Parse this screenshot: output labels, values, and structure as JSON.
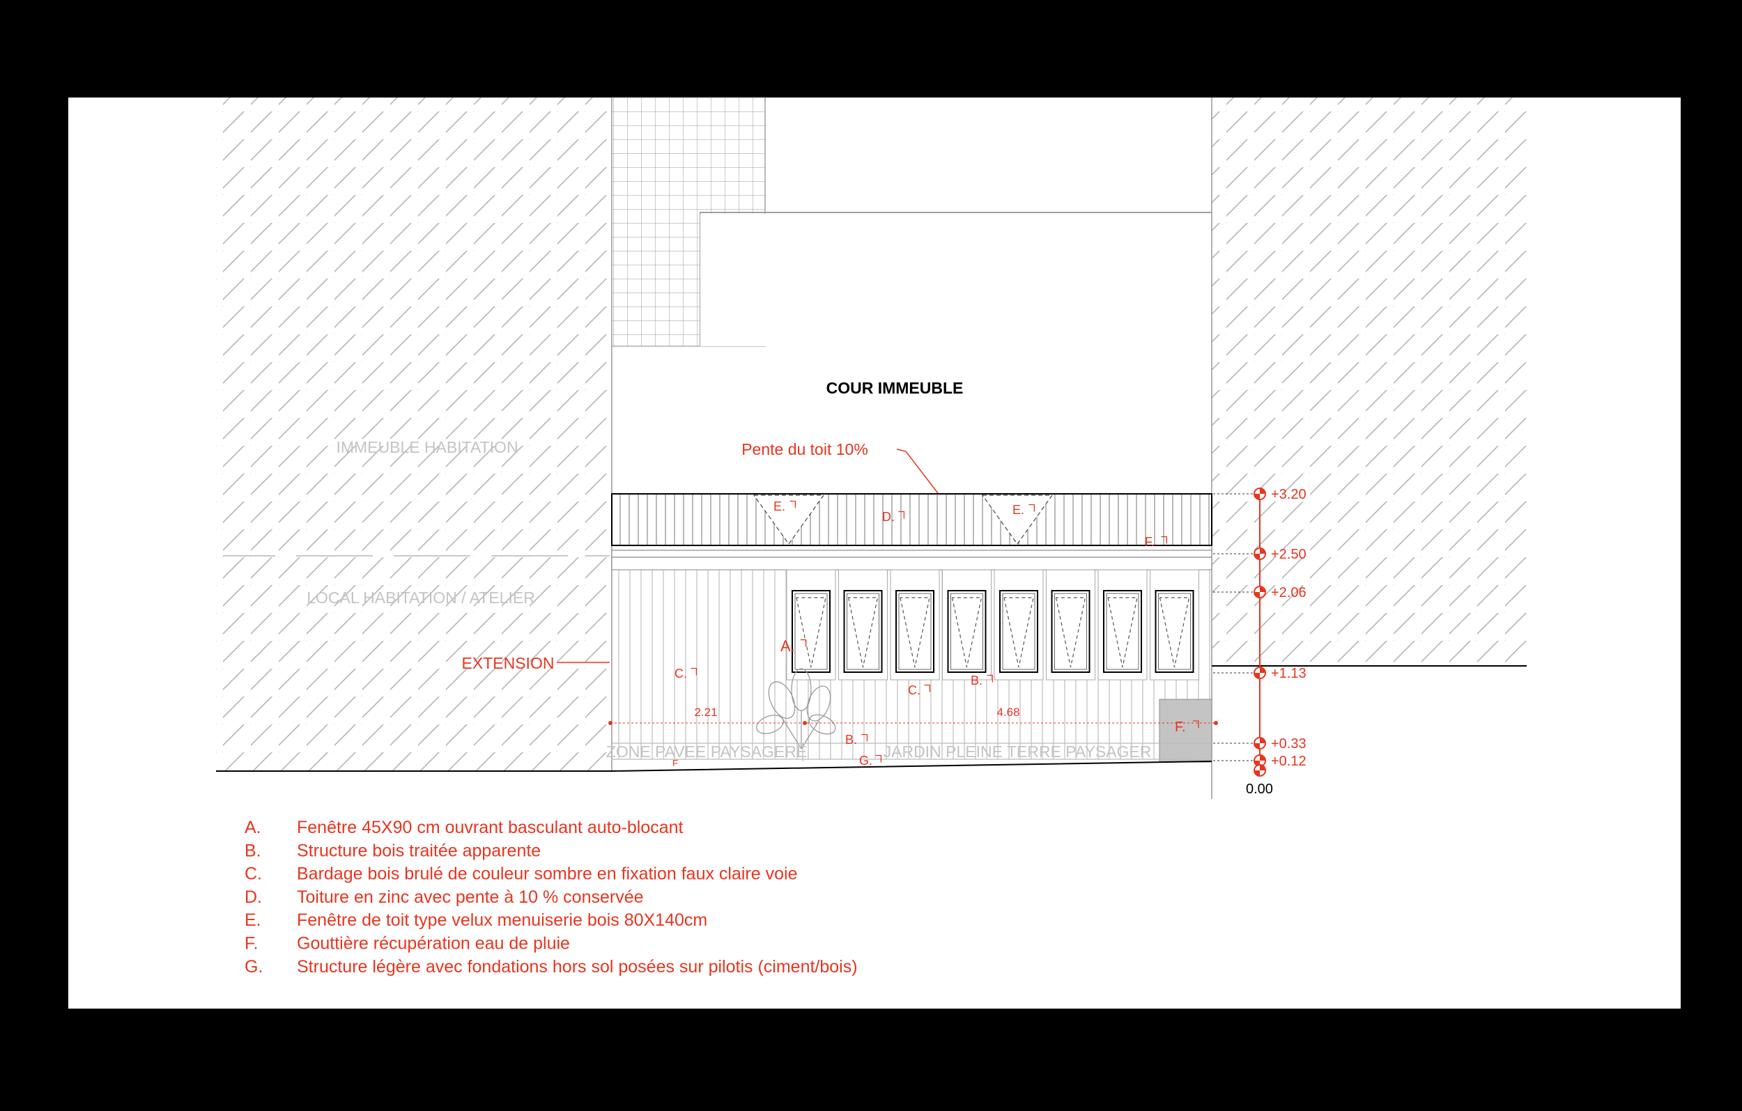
{
  "colors": {
    "background": "#000000",
    "sheet": "#ffffff",
    "annotation": "#e8351f",
    "zone_label": "#c4c4c4",
    "line": "#000000"
  },
  "labels": {
    "court": "COUR IMMEUBLE",
    "building": "IMMEUBLE HABITATION",
    "local": "LOCAL HABITATION / ATELIER",
    "extension": "EXTENSION",
    "roof_slope": "Pente du toit 10%",
    "paved_zone": "ZONE PAVEE PAYSAGERE",
    "garden_zone": "JARDIN PLEINE TERRE PAYSAGER"
  },
  "dimensions": {
    "left": "2.21",
    "right": "4.68"
  },
  "levels": [
    "+3.20",
    "+2.50",
    "+2.06",
    "+1.13",
    "+0.33",
    "+0.12",
    "0.00"
  ],
  "callouts": {
    "a": "A.",
    "b1": "B.",
    "b2": "B.",
    "c1": "C.",
    "c2": "C.",
    "d": "D.",
    "e1": "E.",
    "e2": "E.",
    "f1": "F.",
    "f2": "F.",
    "f3": "F",
    "g": "G."
  },
  "legend": [
    {
      "key": "A.",
      "text": "Fenêtre 45X90 cm ouvrant basculant auto-blocant"
    },
    {
      "key": "B.",
      "text": "Structure bois traitée apparente"
    },
    {
      "key": "C.",
      "text": "Bardage bois brulé de couleur sombre en fixation faux claire voie"
    },
    {
      "key": "D.",
      "text": "Toiture en zinc avec pente à 10 % conservée"
    },
    {
      "key": "E.",
      "text": "Fenêtre de toit type velux menuiserie bois 80X140cm"
    },
    {
      "key": "F.",
      "text": "Gouttière récupération eau de pluie"
    },
    {
      "key": "G.",
      "text": "Structure légère avec fondations hors sol posées sur pilotis (ciment/bois)"
    }
  ]
}
